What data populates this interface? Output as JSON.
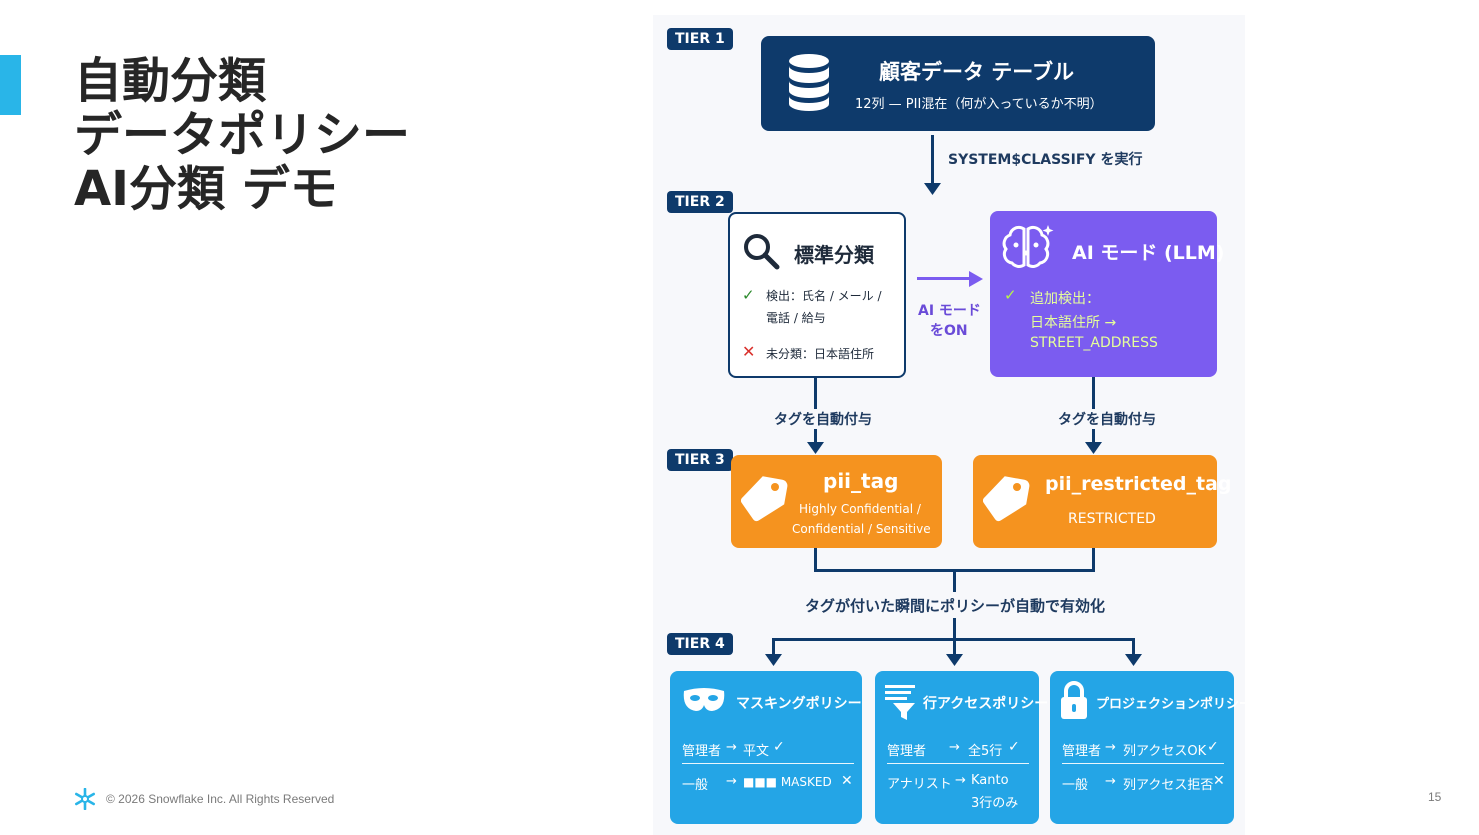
{
  "slide": {
    "title_lines": [
      "自動分類",
      "データポリシー",
      "AI分類 デモ"
    ],
    "copyright": "© 2026 Snowflake Inc. All Rights Reserved",
    "page_number": "15"
  },
  "diagram": {
    "tiers": [
      "TIER 1",
      "TIER 2",
      "TIER 3",
      "TIER 4"
    ],
    "tier1": {
      "title": "顧客データ テーブル",
      "subtitle": "12列 — PII混在（何が入っているか不明）",
      "icon": "database-icon"
    },
    "arrow1_label": "SYSTEM$CLASSIFY を実行",
    "standard": {
      "title": "標準分類",
      "detected": "検出：氏名 / メール /",
      "detected_2": "電話 / 給与",
      "unclassified": "未分類：日本語住所",
      "icon": "search-icon"
    },
    "ai_switch_label": [
      "AI モード",
      "をON"
    ],
    "ai_mode": {
      "title": "AI モード (LLM)",
      "line1": "追加検出：",
      "line2": "日本語住所 →",
      "line3": "STREET_ADDRESS",
      "icon": "brain-icon"
    },
    "auto_tag_label": "タグを自動付与",
    "pii_tag": {
      "title": "pii_tag",
      "line1": "Highly Confidential /",
      "line2": "Confidential / Sensitive"
    },
    "pii_restricted_tag": {
      "title": "pii_restricted_tag",
      "line1": "RESTRICTED"
    },
    "policy_label": "タグが付いた瞬間にポリシーが自動で有効化",
    "policies": [
      {
        "title": "マスキングポリシー",
        "icon": "mask-icon",
        "row1_left": "管理者",
        "row1_right": "平文",
        "row2_left": "一般",
        "row2_right": "■■■ MASKED",
        "row2_right_b": ""
      },
      {
        "title": "行アクセスポリシー",
        "icon": "filter-icon",
        "row1_left": "管理者",
        "row1_right": "全5行",
        "row2_left": "アナリスト",
        "row2_right": "Kanto",
        "row2_right_b": "3行のみ"
      },
      {
        "title": "プロジェクションポリシー",
        "icon": "lock-icon",
        "row1_left": "管理者",
        "row1_right": "列アクセスOK",
        "row2_left": "一般",
        "row2_right": "列アクセス拒否",
        "row2_right_b": ""
      }
    ],
    "colors": {
      "navy": "#0e3a6b",
      "purple": "#7b5cf0",
      "orange": "#f5931f",
      "blue": "#24a5e6",
      "accent": "#29b5e8"
    }
  }
}
